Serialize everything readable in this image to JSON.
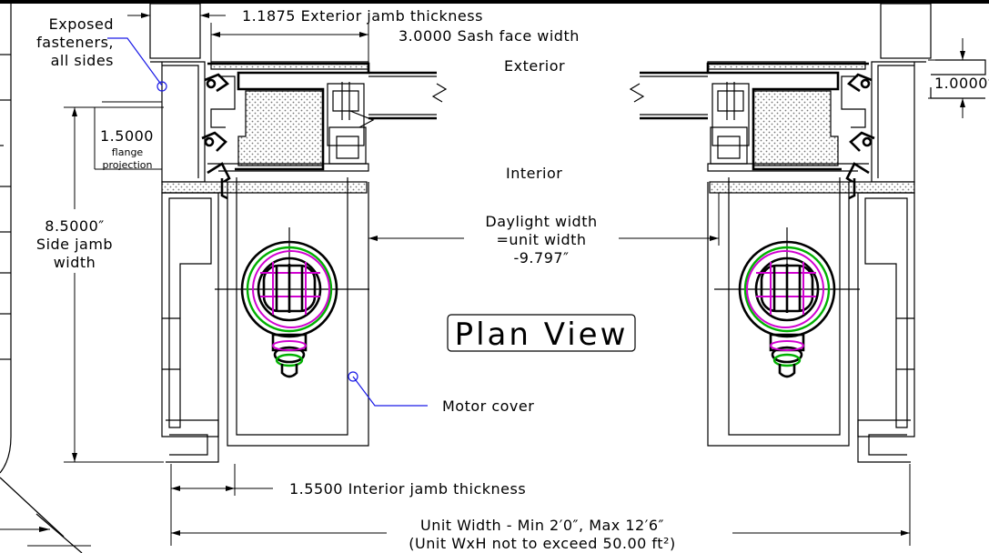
{
  "labels": {
    "exposed_fasteners": [
      "Exposed",
      "fasteners,",
      "all sides"
    ],
    "exterior_jamb_thickness": "1.1875 Exterior jamb thickness",
    "sash_face_width": "3.0000 Sash face width",
    "exterior": "Exterior",
    "interior": "Interior",
    "right_dimension": "1.0000″",
    "flange_value": "1.5000",
    "flange_label": [
      "flange",
      "projection"
    ],
    "side_jamb": [
      "8.5000″",
      "Side jamb",
      "width"
    ],
    "daylight": [
      "Daylight width",
      "=unit width",
      "-9.797″"
    ],
    "plan_view": "Plan View",
    "motor_cover": "Motor cover",
    "interior_jamb_thickness": "1.5500 Interior jamb thickness",
    "unit_width": "Unit Width - Min 2′0″, Max 12′6″",
    "unit_area_note": "(Unit WxH not to exceed 50.00 ft²)"
  },
  "colors": {
    "outline": "#000000",
    "leader": "#1a1ae6",
    "motor_magenta": "#d000d0",
    "motor_green": "#00b000"
  }
}
